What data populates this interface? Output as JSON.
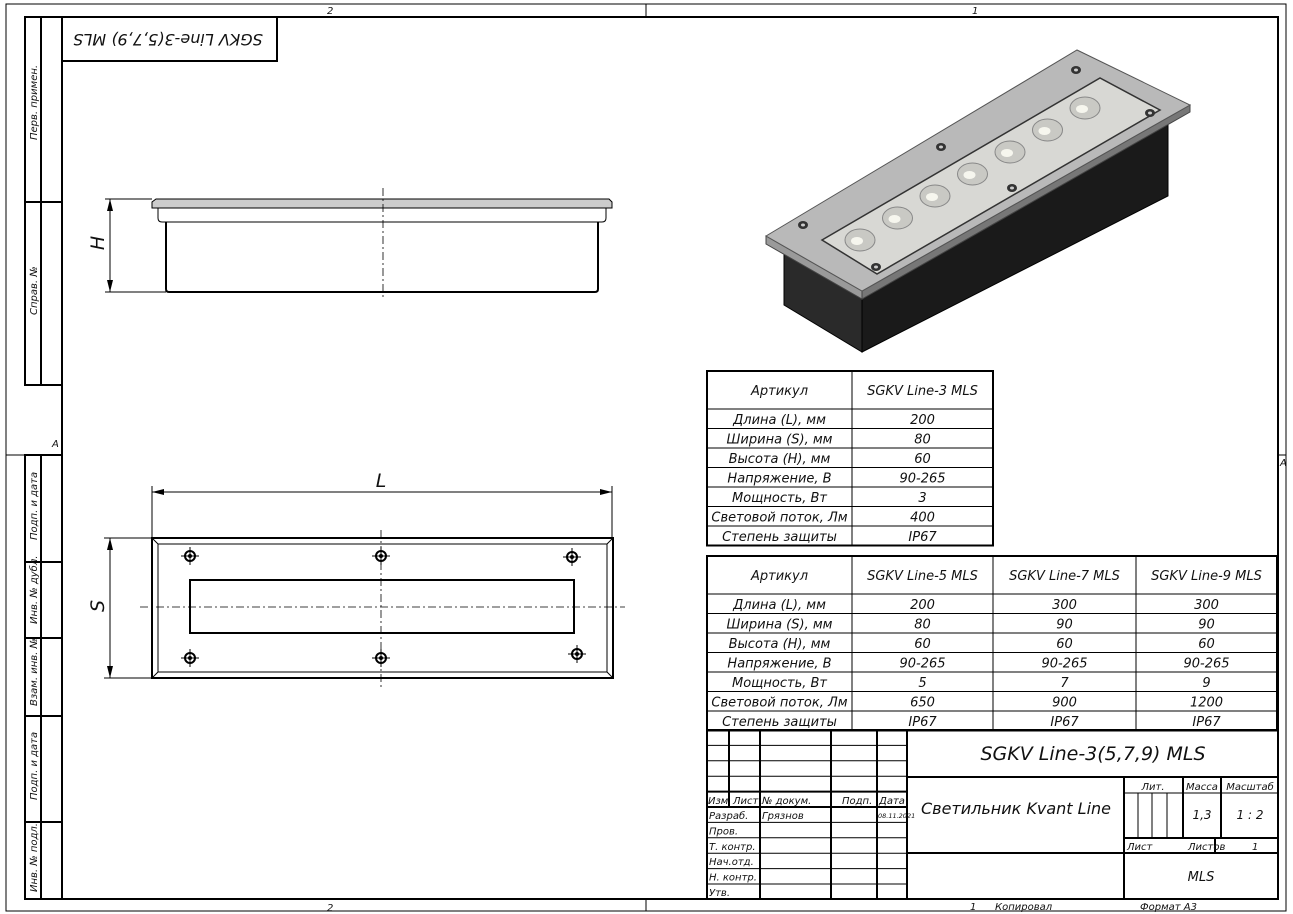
{
  "sheet": {
    "zone_top": [
      "2",
      "1"
    ],
    "zone_bottom": [
      "2",
      "1"
    ],
    "zone_side": "A",
    "stamp_upside_down": "SGKV Line-3(5,7,9) MLS",
    "copied_label": "Копировал",
    "copied_num": "1",
    "format_label": "Формат А3"
  },
  "side_strip": [
    "Перв. примен.",
    "Справ. №",
    "Подп. и дата",
    "Инв. № дубл.",
    "Взам. инв. №",
    "Подп. и дата",
    "Инв. № подл."
  ],
  "dimensions": {
    "H": "H",
    "L": "L",
    "S": "S"
  },
  "table1": {
    "header": [
      "Артикул",
      "SGKV Line-3 MLS"
    ],
    "rows": [
      [
        "Длина (L), мм",
        "200"
      ],
      [
        "Ширина (S), мм",
        "80"
      ],
      [
        "Высота (H), мм",
        "60"
      ],
      [
        "Напряжение, В",
        "90-265"
      ],
      [
        "Мощность, Вт",
        "3"
      ],
      [
        "Световой поток, Лм",
        "400"
      ],
      [
        "Степень защиты",
        "IP67"
      ]
    ]
  },
  "table2": {
    "header": [
      "Артикул",
      "SGKV Line-5 MLS",
      "SGKV Line-7 MLS",
      "SGKV Line-9 MLS"
    ],
    "rows": [
      [
        "Длина (L), мм",
        "200",
        "300",
        "300"
      ],
      [
        "Ширина (S), мм",
        "80",
        "90",
        "90"
      ],
      [
        "Высота (H), мм",
        "60",
        "60",
        "60"
      ],
      [
        "Напряжение, В",
        "90-265",
        "90-265",
        "90-265"
      ],
      [
        "Мощность, Вт",
        "5",
        "7",
        "9"
      ],
      [
        "Световой поток, Лм",
        "650",
        "900",
        "1200"
      ],
      [
        "Степень защиты",
        "IP67",
        "IP67",
        "IP67"
      ]
    ]
  },
  "title_block": {
    "designation": "SGKV Line-3(5,7,9) MLS",
    "name": "Светильник Kvant Line",
    "col_headers": [
      "Изм",
      "Лист",
      "№ докум.",
      "Подп.",
      "Дата"
    ],
    "roles": [
      "Разраб.",
      "Пров.",
      "Т. контр.",
      "Нач.отд.",
      "Н. контр.",
      "Утв."
    ],
    "developer": "Грязнов",
    "date": "08.11.2021",
    "lit_label": "Лит.",
    "mass_label": "Масса",
    "scale_label": "Масштаб",
    "mass": "1,3",
    "scale": "1 : 2",
    "sheet_label": "Лист",
    "sheets_label": "Листов",
    "sheets": "1",
    "org": "MLS"
  }
}
